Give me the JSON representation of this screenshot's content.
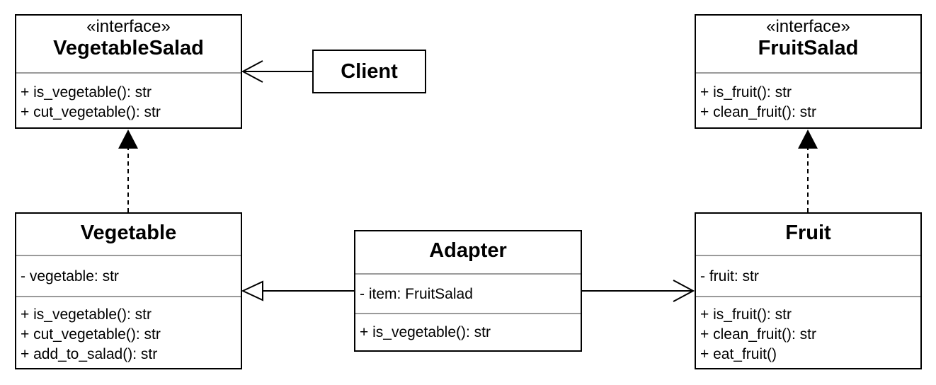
{
  "classes": {
    "vegetable_salad": {
      "stereotype": "«interface»",
      "name": "VegetableSalad",
      "methods": [
        "+ is_vegetable(): str",
        "+ cut_vegetable(): str"
      ]
    },
    "fruit_salad": {
      "stereotype": "«interface»",
      "name": "FruitSalad",
      "methods": [
        "+ is_fruit(): str",
        "+ clean_fruit(): str"
      ]
    },
    "client": {
      "name": "Client"
    },
    "vegetable": {
      "name": "Vegetable",
      "attributes": [
        "- vegetable: str"
      ],
      "methods": [
        "+ is_vegetable(): str",
        "+ cut_vegetable(): str",
        "+ add_to_salad(): str"
      ]
    },
    "adapter": {
      "name": "Adapter",
      "attributes": [
        "- item: FruitSalad"
      ],
      "methods": [
        "+ is_vegetable(): str"
      ]
    },
    "fruit": {
      "name": "Fruit",
      "attributes": [
        "- fruit: str"
      ],
      "methods": [
        "+ is_fruit(): str",
        "+ clean_fruit(): str",
        "+ eat_fruit()"
      ]
    }
  },
  "relationships": [
    {
      "from": "Client",
      "to": "VegetableSalad",
      "type": "dependency"
    },
    {
      "from": "Vegetable",
      "to": "VegetableSalad",
      "type": "realization"
    },
    {
      "from": "Fruit",
      "to": "FruitSalad",
      "type": "realization"
    },
    {
      "from": "Adapter",
      "to": "Vegetable",
      "type": "generalization"
    },
    {
      "from": "Adapter",
      "to": "Fruit",
      "type": "association"
    }
  ]
}
